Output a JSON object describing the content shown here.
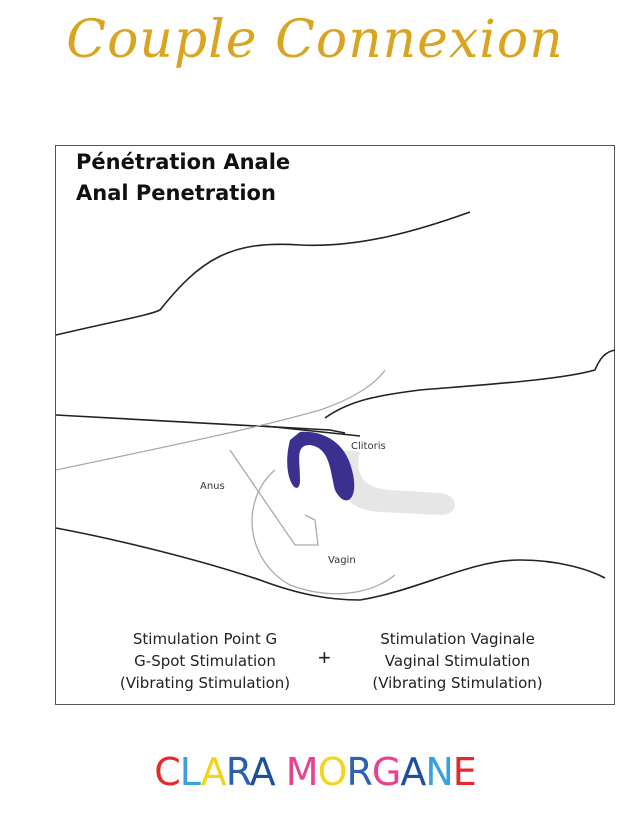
{
  "brand_title": "Couple Connexion",
  "heading": {
    "fr": "Pénétration Anale",
    "en": "Anal Penetration"
  },
  "labels": {
    "clitoris": "Clitoris",
    "anus": "Anus",
    "vagin": "Vagin"
  },
  "left_caption": [
    "Stimulation Point G",
    "G-Spot Stimulation",
    "(Vibrating Stimulation)"
  ],
  "plus": "+",
  "right_caption": [
    "Stimulation Vaginale",
    "Vaginal Stimulation",
    "(Vibrating Stimulation)"
  ],
  "logo": {
    "text": "CLARA MORGANE",
    "letter_colors": [
      "#e32b2b",
      "#3aa0e0",
      "#f2d21b",
      "#2a5fb0",
      "#1d4f9f",
      " ",
      "#e8418f",
      "#f5d51f",
      "#2d62b2",
      "#e8418f",
      "#1d4f9f",
      "#3aa0e0",
      "#e32b2b"
    ]
  },
  "colors": {
    "toy": "#3b2f8f",
    "gold": "#d9a520"
  }
}
